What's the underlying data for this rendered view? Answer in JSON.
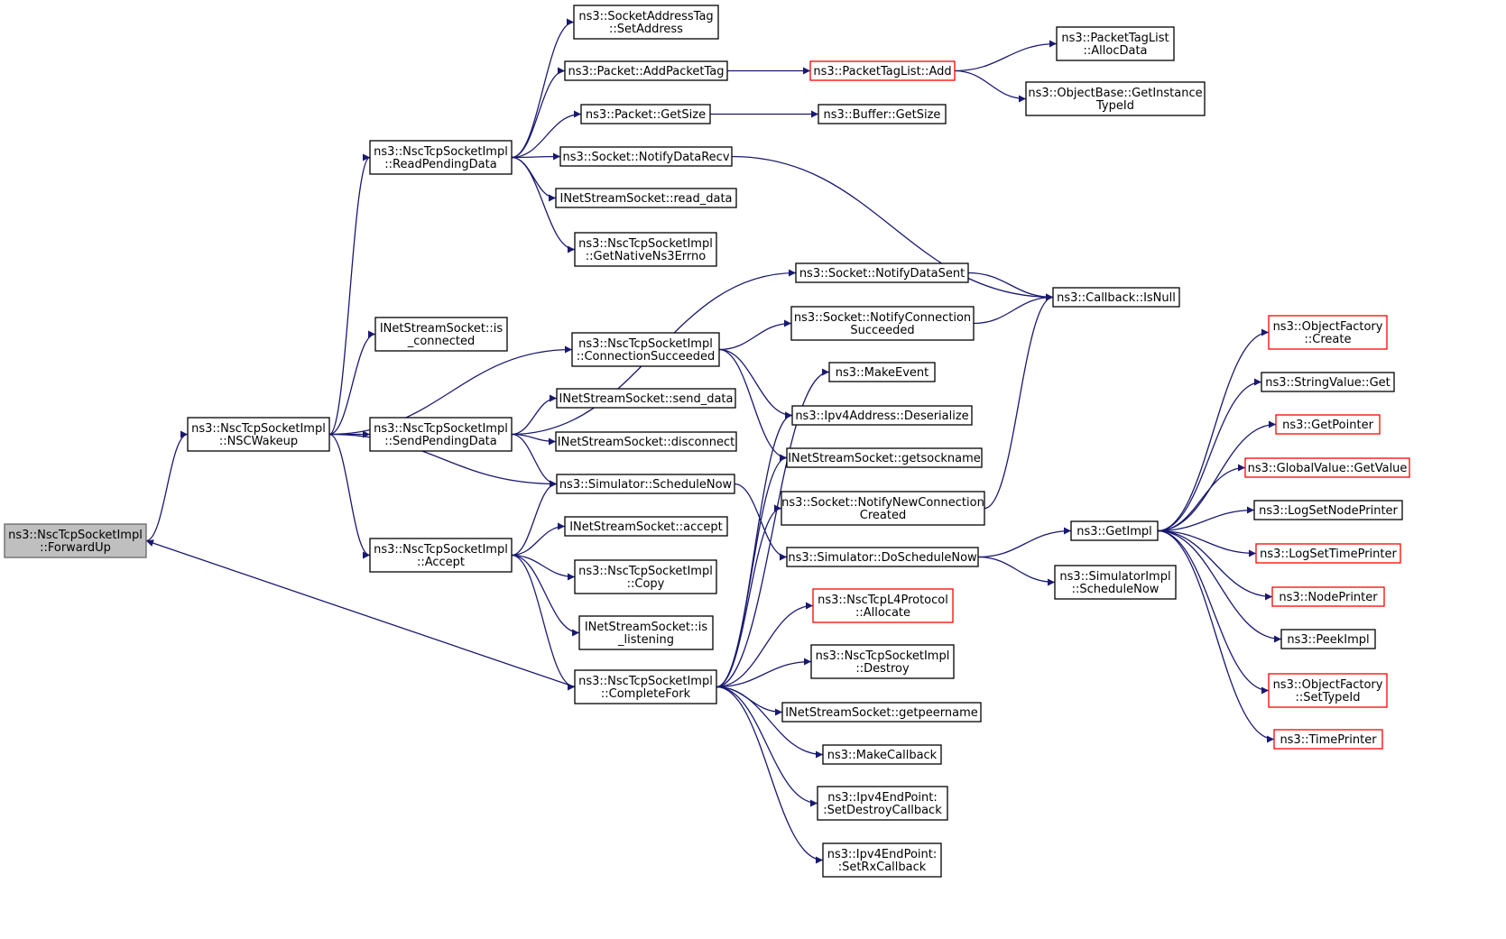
{
  "graph": {
    "edge_color": "#191970",
    "highlight_color": "#bfbfbf",
    "truncated_node_color": "#ff0000",
    "nodes": [
      {
        "id": "forwardup",
        "lines": [
          "ns3::NscTcpSocketImpl",
          "::ForwardUp"
        ],
        "style": "root"
      },
      {
        "id": "nscwakeup",
        "lines": [
          "ns3::NscTcpSocketImpl",
          "::NSCWakeup"
        ],
        "style": "normal"
      },
      {
        "id": "readpending",
        "lines": [
          "ns3::NscTcpSocketImpl",
          "::ReadPendingData"
        ],
        "style": "normal"
      },
      {
        "id": "isconnected",
        "lines": [
          "INetStreamSocket::is",
          "_connected"
        ],
        "style": "normal"
      },
      {
        "id": "sendpending",
        "lines": [
          "ns3::NscTcpSocketImpl",
          "::SendPendingData"
        ],
        "style": "normal"
      },
      {
        "id": "accept",
        "lines": [
          "ns3::NscTcpSocketImpl",
          "::Accept"
        ],
        "style": "normal"
      },
      {
        "id": "completefork",
        "lines": [
          "ns3::NscTcpSocketImpl",
          "::CompleteFork"
        ],
        "style": "normal"
      },
      {
        "id": "setaddress",
        "lines": [
          "ns3::SocketAddressTag",
          "::SetAddress"
        ],
        "style": "normal"
      },
      {
        "id": "addpackettag",
        "lines": [
          "ns3::Packet::AddPacketTag"
        ],
        "style": "normal"
      },
      {
        "id": "packetgetsize",
        "lines": [
          "ns3::Packet::GetSize"
        ],
        "style": "normal"
      },
      {
        "id": "notifydatarecv",
        "lines": [
          "ns3::Socket::NotifyDataRecv"
        ],
        "style": "normal"
      },
      {
        "id": "readdata",
        "lines": [
          "INetStreamSocket::read_data"
        ],
        "style": "normal"
      },
      {
        "id": "getnativeerrno",
        "lines": [
          "ns3::NscTcpSocketImpl",
          "::GetNativeNs3Errno"
        ],
        "style": "normal"
      },
      {
        "id": "connsucceeded",
        "lines": [
          "ns3::NscTcpSocketImpl",
          "::ConnectionSucceeded"
        ],
        "style": "normal"
      },
      {
        "id": "senddata",
        "lines": [
          "INetStreamSocket::send_data"
        ],
        "style": "normal"
      },
      {
        "id": "disconnect",
        "lines": [
          "INetStreamSocket::disconnect"
        ],
        "style": "normal"
      },
      {
        "id": "schedulenow",
        "lines": [
          "ns3::Simulator::ScheduleNow"
        ],
        "style": "normal"
      },
      {
        "id": "inetaccept",
        "lines": [
          "INetStreamSocket::accept"
        ],
        "style": "normal"
      },
      {
        "id": "copy",
        "lines": [
          "ns3::NscTcpSocketImpl",
          "::Copy"
        ],
        "style": "normal"
      },
      {
        "id": "islistening",
        "lines": [
          "INetStreamSocket::is",
          "_listening"
        ],
        "style": "normal"
      },
      {
        "id": "packettaglistadd",
        "lines": [
          "ns3::PacketTagList::Add"
        ],
        "style": "red"
      },
      {
        "id": "buffergetsize",
        "lines": [
          "ns3::Buffer::GetSize"
        ],
        "style": "normal"
      },
      {
        "id": "notifydatasent",
        "lines": [
          "ns3::Socket::NotifyDataSent"
        ],
        "style": "normal"
      },
      {
        "id": "notifyconnsucc",
        "lines": [
          "ns3::Socket::NotifyConnection",
          "Succeeded"
        ],
        "style": "normal"
      },
      {
        "id": "makeevent",
        "lines": [
          "ns3::MakeEvent"
        ],
        "style": "normal"
      },
      {
        "id": "ipv4deserialize",
        "lines": [
          "ns3::Ipv4Address::Deserialize"
        ],
        "style": "normal"
      },
      {
        "id": "getsockname",
        "lines": [
          "INetStreamSocket::getsockname"
        ],
        "style": "normal"
      },
      {
        "id": "notifynewconn",
        "lines": [
          "ns3::Socket::NotifyNewConnection",
          "Created"
        ],
        "style": "normal"
      },
      {
        "id": "doschedulenow",
        "lines": [
          "ns3::Simulator::DoScheduleNow"
        ],
        "style": "normal"
      },
      {
        "id": "allocate",
        "lines": [
          "ns3::NscTcpL4Protocol",
          "::Allocate"
        ],
        "style": "red"
      },
      {
        "id": "destroy",
        "lines": [
          "ns3::NscTcpSocketImpl",
          "::Destroy"
        ],
        "style": "normal"
      },
      {
        "id": "getpeername",
        "lines": [
          "INetStreamSocket::getpeername"
        ],
        "style": "normal"
      },
      {
        "id": "makecallback",
        "lines": [
          "ns3::MakeCallback"
        ],
        "style": "normal"
      },
      {
        "id": "setdestroycb",
        "lines": [
          "ns3::Ipv4EndPoint:",
          ":SetDestroyCallback"
        ],
        "style": "normal"
      },
      {
        "id": "setrxcb",
        "lines": [
          "ns3::Ipv4EndPoint:",
          ":SetRxCallback"
        ],
        "style": "normal"
      },
      {
        "id": "allocdata",
        "lines": [
          "ns3::PacketTagList",
          "::AllocData"
        ],
        "style": "normal"
      },
      {
        "id": "getinstancetypeid",
        "lines": [
          "ns3::ObjectBase::GetInstance",
          "TypeId"
        ],
        "style": "normal"
      },
      {
        "id": "callbackisnull",
        "lines": [
          "ns3::Callback::IsNull"
        ],
        "style": "normal"
      },
      {
        "id": "getimpl",
        "lines": [
          "ns3::GetImpl"
        ],
        "style": "normal"
      },
      {
        "id": "simimplschedulenow",
        "lines": [
          "ns3::SimulatorImpl",
          "::ScheduleNow"
        ],
        "style": "normal"
      },
      {
        "id": "ofcreate",
        "lines": [
          "ns3::ObjectFactory",
          "::Create"
        ],
        "style": "red"
      },
      {
        "id": "stringvalueget",
        "lines": [
          "ns3::StringValue::Get"
        ],
        "style": "normal"
      },
      {
        "id": "getpointer",
        "lines": [
          "ns3::GetPointer"
        ],
        "style": "red"
      },
      {
        "id": "globalvalueget",
        "lines": [
          "ns3::GlobalValue::GetValue"
        ],
        "style": "red"
      },
      {
        "id": "logsetnodeprinter",
        "lines": [
          "ns3::LogSetNodePrinter"
        ],
        "style": "normal"
      },
      {
        "id": "logsettimeprinter",
        "lines": [
          "ns3::LogSetTimePrinter"
        ],
        "style": "red"
      },
      {
        "id": "nodeprinter",
        "lines": [
          "ns3::NodePrinter"
        ],
        "style": "red"
      },
      {
        "id": "peekimpl",
        "lines": [
          "ns3::PeekImpl"
        ],
        "style": "normal"
      },
      {
        "id": "ofsettypeid",
        "lines": [
          "ns3::ObjectFactory",
          "::SetTypeId"
        ],
        "style": "red"
      },
      {
        "id": "timeprinter",
        "lines": [
          "ns3::TimePrinter"
        ],
        "style": "red"
      }
    ],
    "edges": [
      [
        "forwardup",
        "nscwakeup"
      ],
      [
        "completefork",
        "forwardup"
      ],
      [
        "nscwakeup",
        "readpending"
      ],
      [
        "nscwakeup",
        "isconnected"
      ],
      [
        "nscwakeup",
        "connsucceeded"
      ],
      [
        "nscwakeup",
        "sendpending"
      ],
      [
        "nscwakeup",
        "schedulenow"
      ],
      [
        "nscwakeup",
        "accept"
      ],
      [
        "readpending",
        "setaddress"
      ],
      [
        "readpending",
        "addpackettag"
      ],
      [
        "readpending",
        "packetgetsize"
      ],
      [
        "readpending",
        "notifydatarecv"
      ],
      [
        "readpending",
        "readdata"
      ],
      [
        "readpending",
        "getnativeerrno"
      ],
      [
        "addpackettag",
        "packettaglistadd"
      ],
      [
        "packettaglistadd",
        "allocdata"
      ],
      [
        "packettaglistadd",
        "getinstancetypeid"
      ],
      [
        "packetgetsize",
        "buffergetsize"
      ],
      [
        "notifydatarecv",
        "callbackisnull"
      ],
      [
        "sendpending",
        "notifydatasent"
      ],
      [
        "sendpending",
        "senddata"
      ],
      [
        "sendpending",
        "disconnect"
      ],
      [
        "sendpending",
        "schedulenow"
      ],
      [
        "notifydatasent",
        "callbackisnull"
      ],
      [
        "connsucceeded",
        "notifyconnsucc"
      ],
      [
        "connsucceeded",
        "ipv4deserialize"
      ],
      [
        "connsucceeded",
        "getsockname"
      ],
      [
        "notifyconnsucc",
        "callbackisnull"
      ],
      [
        "schedulenow",
        "doschedulenow"
      ],
      [
        "accept",
        "schedulenow"
      ],
      [
        "accept",
        "inetaccept"
      ],
      [
        "accept",
        "copy"
      ],
      [
        "accept",
        "islistening"
      ],
      [
        "accept",
        "completefork"
      ],
      [
        "completefork",
        "makeevent"
      ],
      [
        "completefork",
        "ipv4deserialize"
      ],
      [
        "completefork",
        "getsockname"
      ],
      [
        "completefork",
        "notifynewconn"
      ],
      [
        "completefork",
        "allocate"
      ],
      [
        "completefork",
        "destroy"
      ],
      [
        "completefork",
        "getpeername"
      ],
      [
        "completefork",
        "makecallback"
      ],
      [
        "completefork",
        "setdestroycb"
      ],
      [
        "completefork",
        "setrxcb"
      ],
      [
        "notifynewconn",
        "callbackisnull"
      ],
      [
        "doschedulenow",
        "getimpl"
      ],
      [
        "doschedulenow",
        "simimplschedulenow"
      ],
      [
        "getimpl",
        "ofcreate"
      ],
      [
        "getimpl",
        "stringvalueget"
      ],
      [
        "getimpl",
        "getpointer"
      ],
      [
        "getimpl",
        "globalvalueget"
      ],
      [
        "getimpl",
        "logsetnodeprinter"
      ],
      [
        "getimpl",
        "logsettimeprinter"
      ],
      [
        "getimpl",
        "nodeprinter"
      ],
      [
        "getimpl",
        "peekimpl"
      ],
      [
        "getimpl",
        "ofsettypeid"
      ],
      [
        "getimpl",
        "timeprinter"
      ]
    ]
  }
}
